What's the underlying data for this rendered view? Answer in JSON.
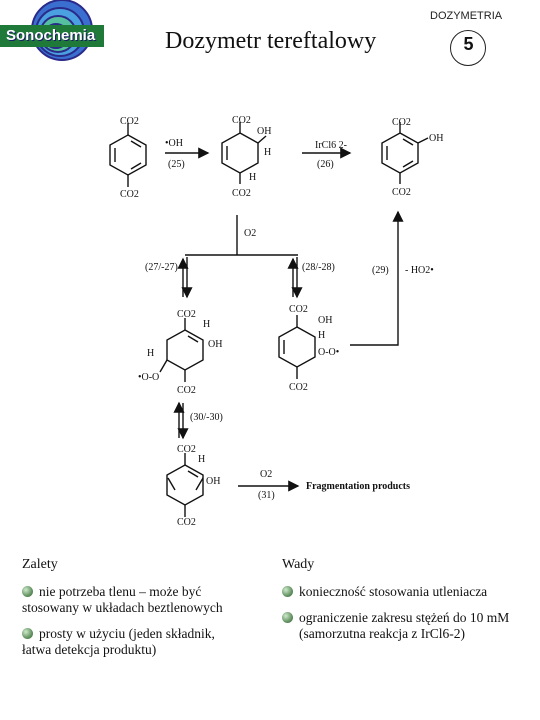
{
  "header": {
    "logo_text": "Sonochemia",
    "title": "Dozymetr tereftalowy",
    "section": "DOZYMETRIA",
    "slide_number": "5"
  },
  "scheme": {
    "labels": {
      "co2a": "CO2",
      "oh_radical": "•OH",
      "step_25": "(25)",
      "oxidant": "IrCl6 2-",
      "step_26": "(26)",
      "oh": "OH",
      "h": "H",
      "o2": "O2",
      "step_27": "(27/-27)",
      "step_28": "(28/-28)",
      "step_29": "(29)",
      "minus_ho2": "- HO2•",
      "peroxyl": "•O-O",
      "peroxyl_right": "O-O•",
      "step_30": "(30/-30)",
      "o2_31": "O2",
      "step_31": "(31)",
      "fragmentation": "Fragmentation products"
    }
  },
  "pros": {
    "title": "Zalety",
    "items": [
      {
        "line1": "nie potrzeba tlenu – może być",
        "line2": "stosowany w układach beztlenowych"
      },
      {
        "line1": "prosty w użyciu (jeden składnik,",
        "line2": "łatwa detekcja produktu)"
      }
    ]
  },
  "cons": {
    "title": "Wady",
    "items": [
      {
        "line1": "konieczność stosowania utleniacza",
        "line2": ""
      },
      {
        "line1": "ograniczenie zakresu stężeń do 10 mM",
        "line2": "(samorzutna reakcja z IrCl6-2)"
      }
    ]
  }
}
